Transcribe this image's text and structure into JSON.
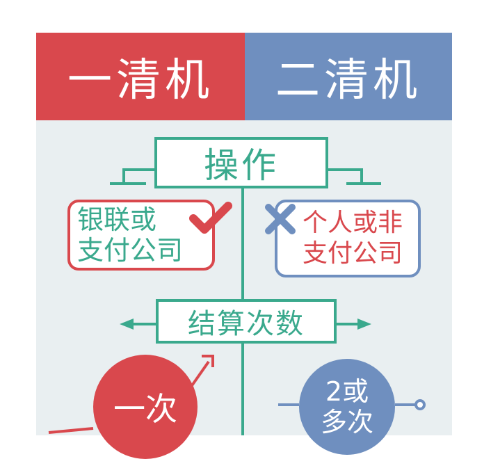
{
  "header": {
    "left_title": "一清机",
    "right_title": "二清机"
  },
  "diagram": {
    "operation_label": "操作",
    "yes_branch": {
      "line1": "银联或",
      "line2": "支付公司"
    },
    "no_branch": {
      "line1": "个人或非",
      "line2": "支付公司"
    },
    "settlement_label": "结算次数",
    "once_label": "一次",
    "multiple_label": {
      "line1": "2或",
      "line2": "多次"
    }
  },
  "colors": {
    "red": "#d9484d",
    "blue": "#6f8fbf",
    "green": "#3aa98d",
    "panel": "#e9eff1"
  },
  "icons": [
    "check-icon",
    "cross-icon",
    "arrow-left-icon",
    "arrow-right-icon",
    "arrow-up-icon"
  ]
}
